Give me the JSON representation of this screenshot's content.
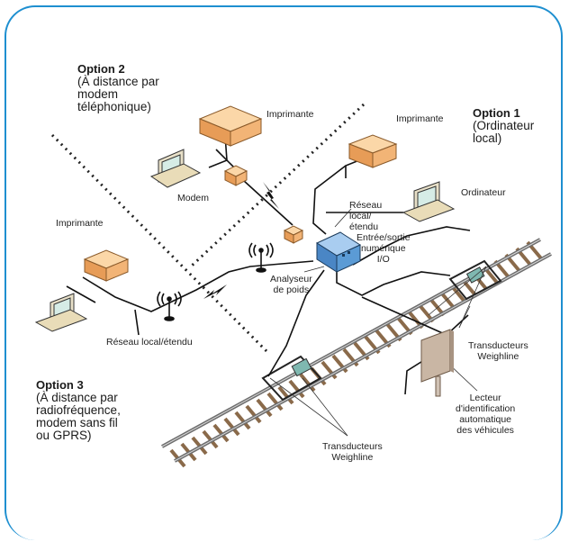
{
  "options": {
    "option1": {
      "title": "Option 1",
      "desc": [
        "(Ordinateur",
        "local)"
      ]
    },
    "option2": {
      "title": "Option 2",
      "desc": [
        "(À distance par",
        "modem",
        "téléphonique)"
      ]
    },
    "option3": {
      "title": "Option 3",
      "desc": [
        "(À distance par",
        "radiofréquence,",
        "modem sans fil",
        "ou GPRS)"
      ]
    }
  },
  "labels": {
    "printer_opt2": "Imprimante",
    "printer_opt1": "Imprimante",
    "printer_opt3": "Imprimante",
    "modem": "Modem",
    "computer": "Ordinateur",
    "network_opt1": [
      "Réseau",
      "local/",
      "étendu"
    ],
    "digital_io": [
      "Entrée/sortie",
      "numérique",
      "I/O"
    ],
    "weigh_analyzer": [
      "Analyseur",
      "de poids"
    ],
    "network_opt3": "Réseau local/étendu",
    "transducers_right": [
      "Transducteurs",
      "Weighline"
    ],
    "transducers_bottom": [
      "Transducteurs",
      "Weighline"
    ],
    "vehicle_reader": [
      "Lecteur",
      "d'identification",
      "automatique",
      "des véhicules"
    ]
  },
  "colors": {
    "frame": "#1e8fd0",
    "printer": "#f2b476",
    "analyzer": "#5b9bd5",
    "rail": "#7a7a7a"
  }
}
